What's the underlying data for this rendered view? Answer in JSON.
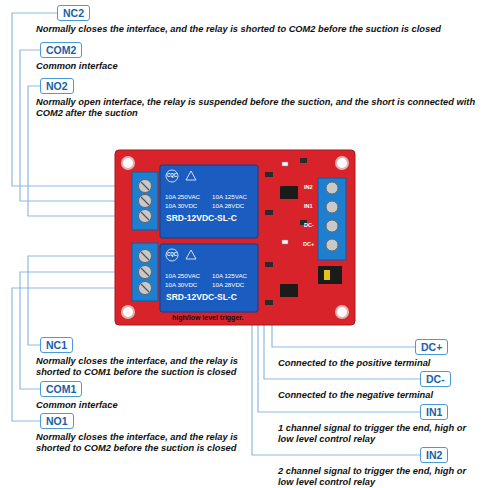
{
  "diagram": {
    "nodes": [
      {
        "text": [
          "NC2",
          "Normally closes the interface, and the relay is shorted to COM2 before the suction is closed"
        ]
      },
      {
        "text": [
          "COM2",
          "Common interface"
        ]
      },
      {
        "text": [
          "NO2",
          "Normally open interface, the relay is suspended before the suction, and the short is connected with COM2 after the suction"
        ]
      },
      {
        "text": [
          "NC1",
          "Normally closes the interface, and the relay is shorted to COM1 before the suction is closed"
        ]
      },
      {
        "text": [
          "COM1",
          "Common interface"
        ]
      },
      {
        "text": [
          "NO1",
          "Normally closes the interface, and the relay is shorted to COM2 before the suction is closed"
        ]
      },
      {
        "text": [
          "DC+",
          "Connected to the positive terminal"
        ]
      },
      {
        "text": [
          "DC-",
          "Connected to the negative terminal"
        ]
      },
      {
        "text": [
          "IN1",
          "1 channel signal to trigger the end, high or low level control relay"
        ]
      },
      {
        "text": [
          "IN2",
          "2 channel signal to trigger the end, high or low level control relay"
        ]
      }
    ],
    "labels": [
      "CQC",
      "10A 250VAC",
      "10A 125VAC",
      "10A 30VDC",
      "10A 28VDC",
      "SRD-12VDC-SL-C",
      "CQC",
      "10A 250VAC",
      "10A 125VAC",
      "10A 30VDC",
      "10A 28VDC",
      "SRD-12VDC-SL-C",
      "IN2",
      "IN1",
      "DC-",
      "DC+",
      "high/low level trigger."
    ]
  }
}
